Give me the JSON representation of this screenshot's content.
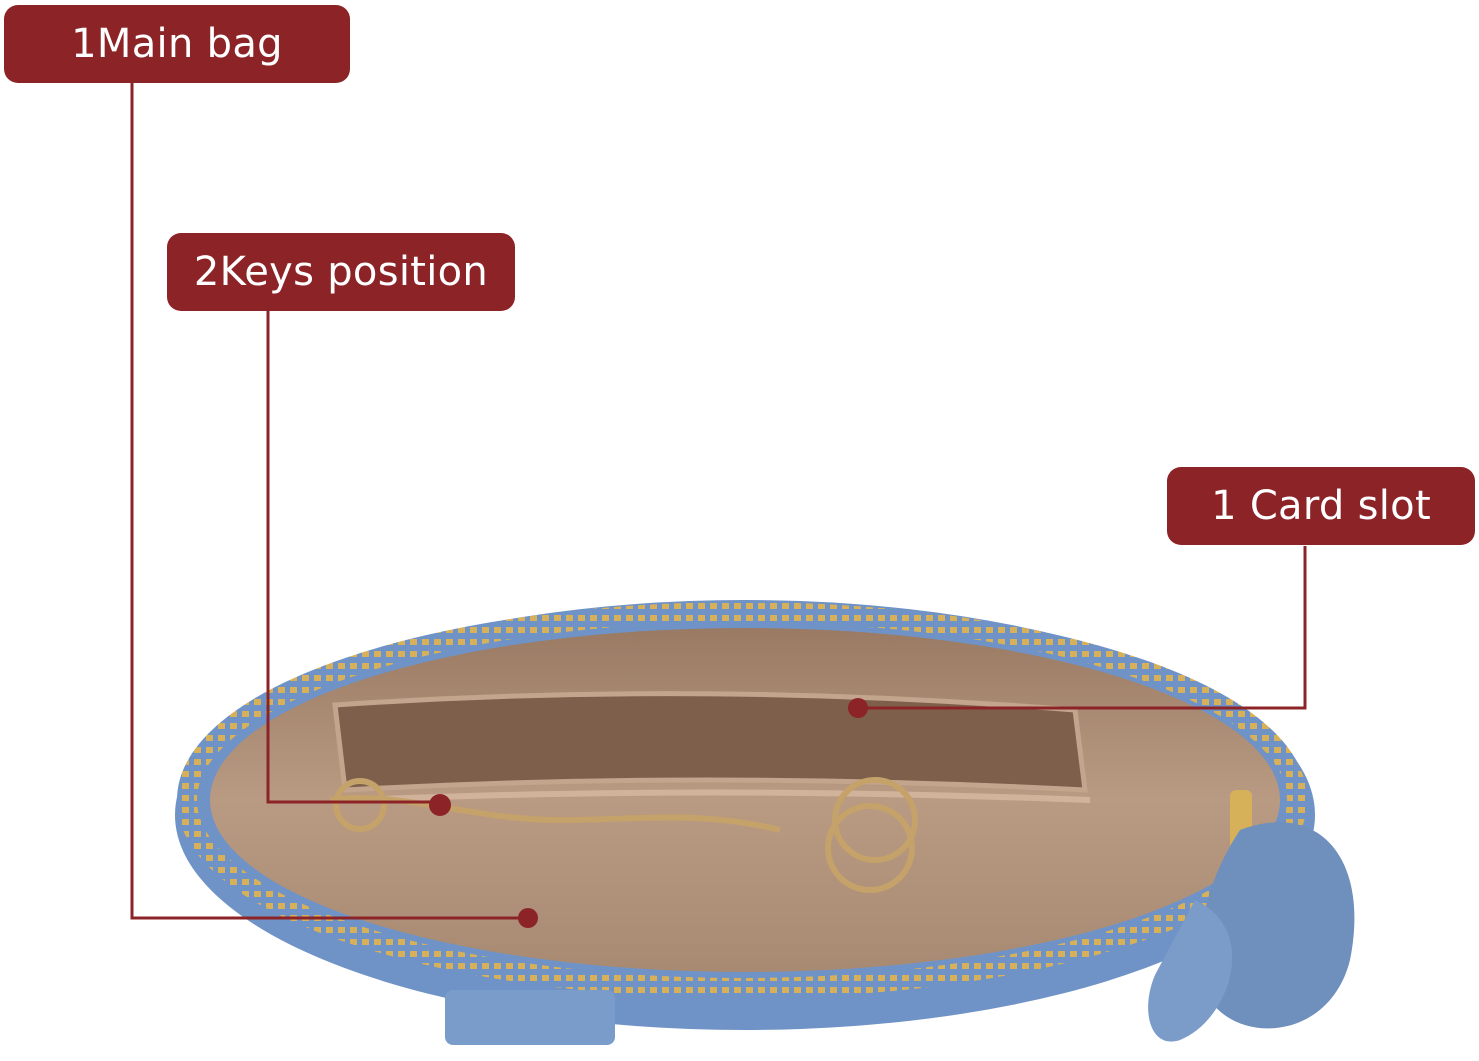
{
  "callouts": [
    {
      "id": "main-bag",
      "text": "1Main bag"
    },
    {
      "id": "keys-position",
      "text": "2Keys position"
    },
    {
      "id": "card-slot",
      "text": "1 Card slot"
    }
  ],
  "colors": {
    "label_bg": "#8c2427",
    "leader_line": "#8c2427",
    "bag_blue": "#6f93c6",
    "zipper_gold": "#c8a24a",
    "lining_tan": "#b8957a",
    "background": "#ffffff"
  }
}
